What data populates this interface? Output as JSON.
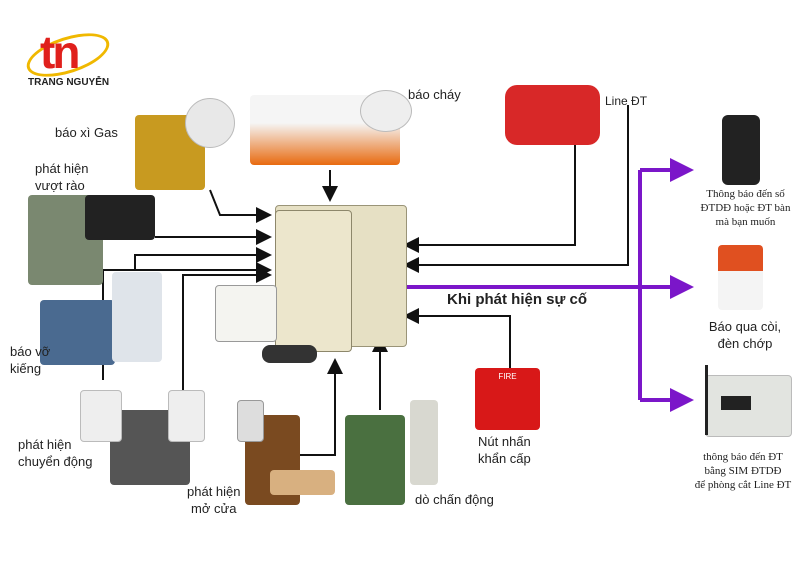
{
  "logo": {
    "text": "TRANG NGUYỄN",
    "mark": "tn"
  },
  "labels": {
    "gas": "báo xì Gas",
    "fence": [
      "phát hiện",
      "vượt rào"
    ],
    "fire": "báo cháy",
    "line": "Line ĐT",
    "incident": "Khi phát hiện sự cố",
    "glass": [
      "báo vỡ",
      "kiếng"
    ],
    "motion": [
      "phát hiện",
      "chuyển động"
    ],
    "door": [
      "phát hiện",
      "mở cửa"
    ],
    "vibration": "dò chấn động",
    "panic": [
      "Nút nhấn",
      "khẩn cấp"
    ],
    "fire_button": "FIRE",
    "notify_phone": [
      "Thông báo đến số",
      "ĐTDĐ hoặc ĐT bàn",
      "mà bạn muốn"
    ],
    "siren": [
      "Báo qua còi,",
      "đèn chớp"
    ],
    "sim": [
      "thông báo đến ĐT",
      "bằng SIM ĐTDĐ",
      "để phòng cắt Line ĐT"
    ]
  },
  "colors": {
    "accent": "#7b16c9",
    "logo_red": "#e0201c",
    "logo_gold": "#f0b800"
  }
}
